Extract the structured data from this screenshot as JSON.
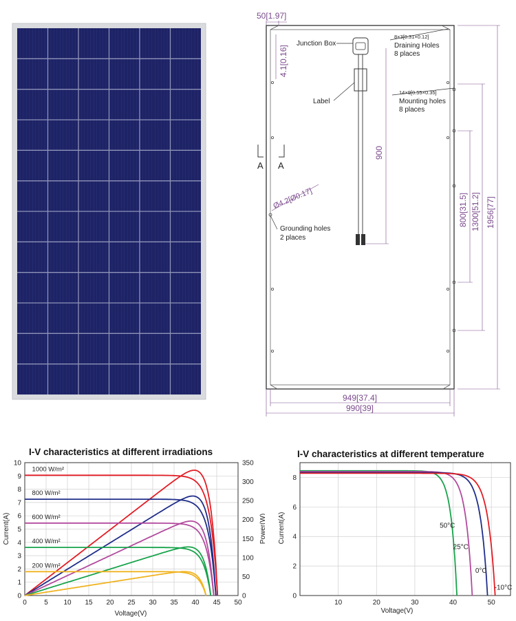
{
  "panel": {
    "columns": 6,
    "rows": 12,
    "frame_color": "#d7d9dc",
    "cell_color": "#1e2366"
  },
  "drawing": {
    "dims": {
      "top_offset": "50[1.97]",
      "side_offset": "4.1[0.16]",
      "cable_length": "900",
      "grounding_hole_dia": "Ø4.2[Ø0.17]",
      "mount_800": "800[31.5]",
      "mount_1300": "1300[51.2]",
      "height_total": "1956[77]",
      "width_inner": "949[37.4]",
      "width_total": "990[39]"
    },
    "labels": {
      "junction_box": "Junction Box",
      "label": "Label",
      "draining_spec": "8×3[0.31×0.12]",
      "draining_title": "Draining Holes",
      "draining_count": "8 places",
      "mounting_spec": "14×9[0.55×0.35]",
      "mounting_title": "Mounting holes",
      "mounting_count": "8 places",
      "grounding_title": "Grounding holes",
      "grounding_count": "2 places",
      "section_left": "A",
      "section_right": "A"
    }
  },
  "chart_data": [
    {
      "type": "line",
      "title": "I-V characteristics at different irradiations",
      "xlabel": "Voltage(V)",
      "ylabel": "Current(A)",
      "y2label": "Power(W)",
      "xlim": [
        0,
        50
      ],
      "ylim": [
        0,
        10
      ],
      "y2lim": [
        0,
        350
      ],
      "xticks": [
        0,
        5,
        10,
        15,
        20,
        25,
        30,
        35,
        40,
        45,
        50
      ],
      "yticks": [
        0,
        1,
        2,
        3,
        4,
        5,
        6,
        7,
        8,
        9,
        10
      ],
      "y2ticks": [
        0,
        50,
        100,
        150,
        200,
        250,
        300,
        350
      ],
      "series": [
        {
          "name": "1000 W/m²",
          "color": "#e31b23",
          "isc": 9.05,
          "voc": 45.2,
          "pmax": 330,
          "vmp": 37.0
        },
        {
          "name": "800 W/m²",
          "color": "#1f2d8a",
          "isc": 7.25,
          "voc": 44.8,
          "pmax": 262,
          "vmp": 37.0
        },
        {
          "name": "600 W/m²",
          "color": "#b24a9e",
          "isc": 5.45,
          "voc": 44.3,
          "pmax": 196,
          "vmp": 36.7
        },
        {
          "name": "400 W/m²",
          "color": "#17a34a",
          "isc": 3.62,
          "voc": 43.6,
          "pmax": 128,
          "vmp": 36.5
        },
        {
          "name": "200 W/m²",
          "color": "#f0b320",
          "isc": 1.8,
          "voc": 42.5,
          "pmax": 63,
          "vmp": 36.0
        }
      ]
    },
    {
      "type": "line",
      "title": "I-V characteristics at different temperature",
      "xlabel": "Voltage(V)",
      "ylabel": "Current(A)",
      "xlim": [
        0,
        55
      ],
      "ylim": [
        0,
        9
      ],
      "xticks": [
        10,
        20,
        30,
        40,
        50
      ],
      "yticks": [
        0,
        2,
        4,
        6,
        8
      ],
      "series": [
        {
          "name": "50°C",
          "color": "#17a34a",
          "isc": 8.45,
          "voc": 41.0
        },
        {
          "name": "25°C",
          "color": "#b24a9e",
          "isc": 8.4,
          "voc": 45.0
        },
        {
          "name": "0°C",
          "color": "#1f2d8a",
          "isc": 8.33,
          "voc": 49.0
        },
        {
          "name": "-10°C",
          "color": "#e31b23",
          "isc": 8.28,
          "voc": 51.0
        }
      ]
    }
  ]
}
